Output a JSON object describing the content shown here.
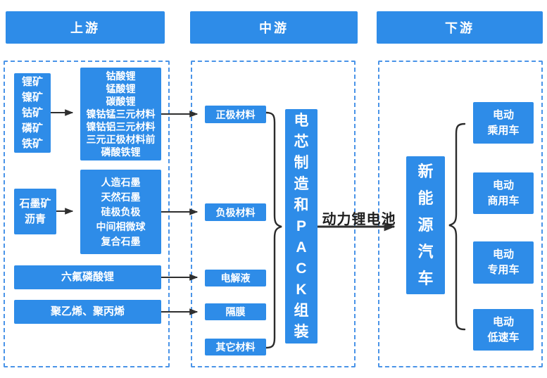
{
  "diagram": {
    "headers": {
      "upstream": "上游",
      "midstream": "中游",
      "downstream": "下游"
    },
    "upstream": {
      "ores": "锂矿\n镍矿\n钴矿\n磷矿\n铁矿",
      "cathode_materials": "钴酸锂\n锰酸锂\n碳酸锂\n镍钴锰三元材料\n镍钴铝三元材料\n三元正极材料前\n磷酸铁锂",
      "graphite_sources": "石墨矿\n沥青",
      "anode_materials": "人造石墨\n天然石墨\n硅极负极\n中间相微球\n复合石墨",
      "lipf6": "六氟磷酸锂",
      "polymers": "聚乙烯、聚丙烯"
    },
    "midstream": {
      "cathode": "正极材料",
      "anode": "负极材料",
      "electrolyte": "电解液",
      "separator": "隔膜",
      "other": "其它材料",
      "cell_pack": "电\n芯\n制\n造\n和\nP\nA\nC\nK\n组\n装"
    },
    "flow_label": "动力锂电池",
    "downstream": {
      "nev": "新\n能\n源\n汽\n车",
      "vehicles": [
        "电动\n乘用车",
        "电动\n商用车",
        "电动\n专用车",
        "电动\n低速车"
      ]
    },
    "colors": {
      "box_blue": "#2E8CE8",
      "dashed_border": "#4A94E8",
      "connector": "#2F2F2F",
      "box_text": "#FFFFFF",
      "flow_label_text": "#1F1F1F"
    }
  }
}
